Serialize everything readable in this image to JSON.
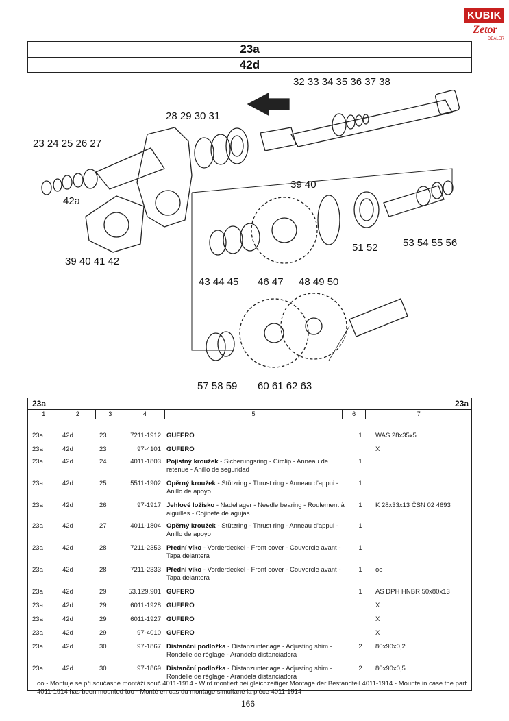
{
  "brand": {
    "kubik": "KUBIK",
    "zetor": "Zetor",
    "dealer": "DEALER"
  },
  "header": {
    "group": "23a",
    "subgroup": "42d"
  },
  "diagram": {
    "labels": [
      {
        "id": "l32",
        "text": "32 33 34 35 36 37 38"
      },
      {
        "id": "l28",
        "text": "28 29 30 31"
      },
      {
        "id": "l23",
        "text": "23 24 25 26 27"
      },
      {
        "id": "l42a",
        "text": "42a"
      },
      {
        "id": "l3940a",
        "text": "39 40"
      },
      {
        "id": "l39",
        "text": "39 40 41 42"
      },
      {
        "id": "l51",
        "text": "51 52"
      },
      {
        "id": "l53",
        "text": "53 54 55 56"
      },
      {
        "id": "l43",
        "text": "43 44 45"
      },
      {
        "id": "l46",
        "text": "46 47"
      },
      {
        "id": "l48",
        "text": "48 49 50"
      },
      {
        "id": "l57",
        "text": "57 58 59"
      },
      {
        "id": "l60",
        "text": "60 61 62 63"
      }
    ]
  },
  "table": {
    "title_left": "23a",
    "title_right": "23a",
    "columns": [
      "1",
      "2",
      "3",
      "4",
      "5",
      "6",
      "7"
    ],
    "rows": [
      {
        "c1": "23a",
        "c2": "42d",
        "c3": "23",
        "c4": "7211-1912",
        "b": "GUFERO",
        "d": "",
        "c6": "1",
        "c7": "WAS 28x35x5"
      },
      {
        "c1": "23a",
        "c2": "42d",
        "c3": "23",
        "c4": "97-4101",
        "b": "GUFERO",
        "d": "",
        "c6": "",
        "c7": "X"
      },
      {
        "c1": "23a",
        "c2": "42d",
        "c3": "24",
        "c4": "4011-1803",
        "b": "Pojistný kroužek",
        "d": " - Sicherungsring - Circlip - Anneau de retenue - Anillo de seguridad",
        "c6": "1",
        "c7": ""
      },
      {
        "c1": "23a",
        "c2": "42d",
        "c3": "25",
        "c4": "5511-1902",
        "b": "Opěrný kroužek",
        "d": " - Stützring - Thrust ring - Anneau d'appui - Anillo de apoyo",
        "c6": "1",
        "c7": ""
      },
      {
        "c1": "23a",
        "c2": "42d",
        "c3": "26",
        "c4": "97-1917",
        "b": "Jehlové ložisko",
        "d": " - Nadellager - Needle bearing - Roulement à aiguilles - Cojinete de agujas",
        "c6": "1",
        "c7": "K 28x33x13 ČSN 02 4693"
      },
      {
        "c1": "23a",
        "c2": "42d",
        "c3": "27",
        "c4": "4011-1804",
        "b": "Opěrný kroužek",
        "d": " - Stützring - Thrust ring - Anneau d'appui - Anillo de apoyo",
        "c6": "1",
        "c7": ""
      },
      {
        "c1": "23a",
        "c2": "42d",
        "c3": "28",
        "c4": "7211-2353",
        "b": "Přední víko",
        "d": " - Vorderdeckel - Front cover - Couvercle avant - Tapa delantera",
        "c6": "1",
        "c7": ""
      },
      {
        "c1": "23a",
        "c2": "42d",
        "c3": "28",
        "c4": "7211-2333",
        "b": "Přední víko",
        "d": " - Vorderdeckel - Front cover - Couvercle avant - Tapa delantera",
        "c6": "1",
        "c7": "oo"
      },
      {
        "c1": "23a",
        "c2": "42d",
        "c3": "29",
        "c4": "53.129.901",
        "b": "GUFERO",
        "d": "",
        "c6": "1",
        "c7": "AS DPH HNBR 50x80x13"
      },
      {
        "c1": "23a",
        "c2": "42d",
        "c3": "29",
        "c4": "6011-1928",
        "b": "GUFERO",
        "d": "",
        "c6": "",
        "c7": "X"
      },
      {
        "c1": "23a",
        "c2": "42d",
        "c3": "29",
        "c4": "6011-1927",
        "b": "GUFERO",
        "d": "",
        "c6": "",
        "c7": "X"
      },
      {
        "c1": "23a",
        "c2": "42d",
        "c3": "29",
        "c4": "97-4010",
        "b": "GUFERO",
        "d": "",
        "c6": "",
        "c7": "X"
      },
      {
        "c1": "23a",
        "c2": "42d",
        "c3": "30",
        "c4": "97-1867",
        "b": "Distanční podložka",
        "d": " - Distanzunterlage - Adjusting shim - Rondelle de réglage - Arandela distanciadora",
        "c6": "2",
        "c7": "80x90x0,2"
      },
      {
        "c1": "23a",
        "c2": "42d",
        "c3": "30",
        "c4": "97-1869",
        "b": "Distanční podložka",
        "d": " - Distanzunterlage - Adjusting shim - Rondelle de réglage - Arandela distanciadora",
        "c6": "2",
        "c7": "80x90x0,5"
      }
    ]
  },
  "footnote": "oo - Montuje se při současné montáži souč.4011-1914 - Wird montiert bei gleichzeitiger Montage der Bestandteil 4011-1914 - Mounte in case the part 4011-1914 has been mounted too - Monté en cas du montage simultané la pièce 4011-1914",
  "page_number": "166"
}
